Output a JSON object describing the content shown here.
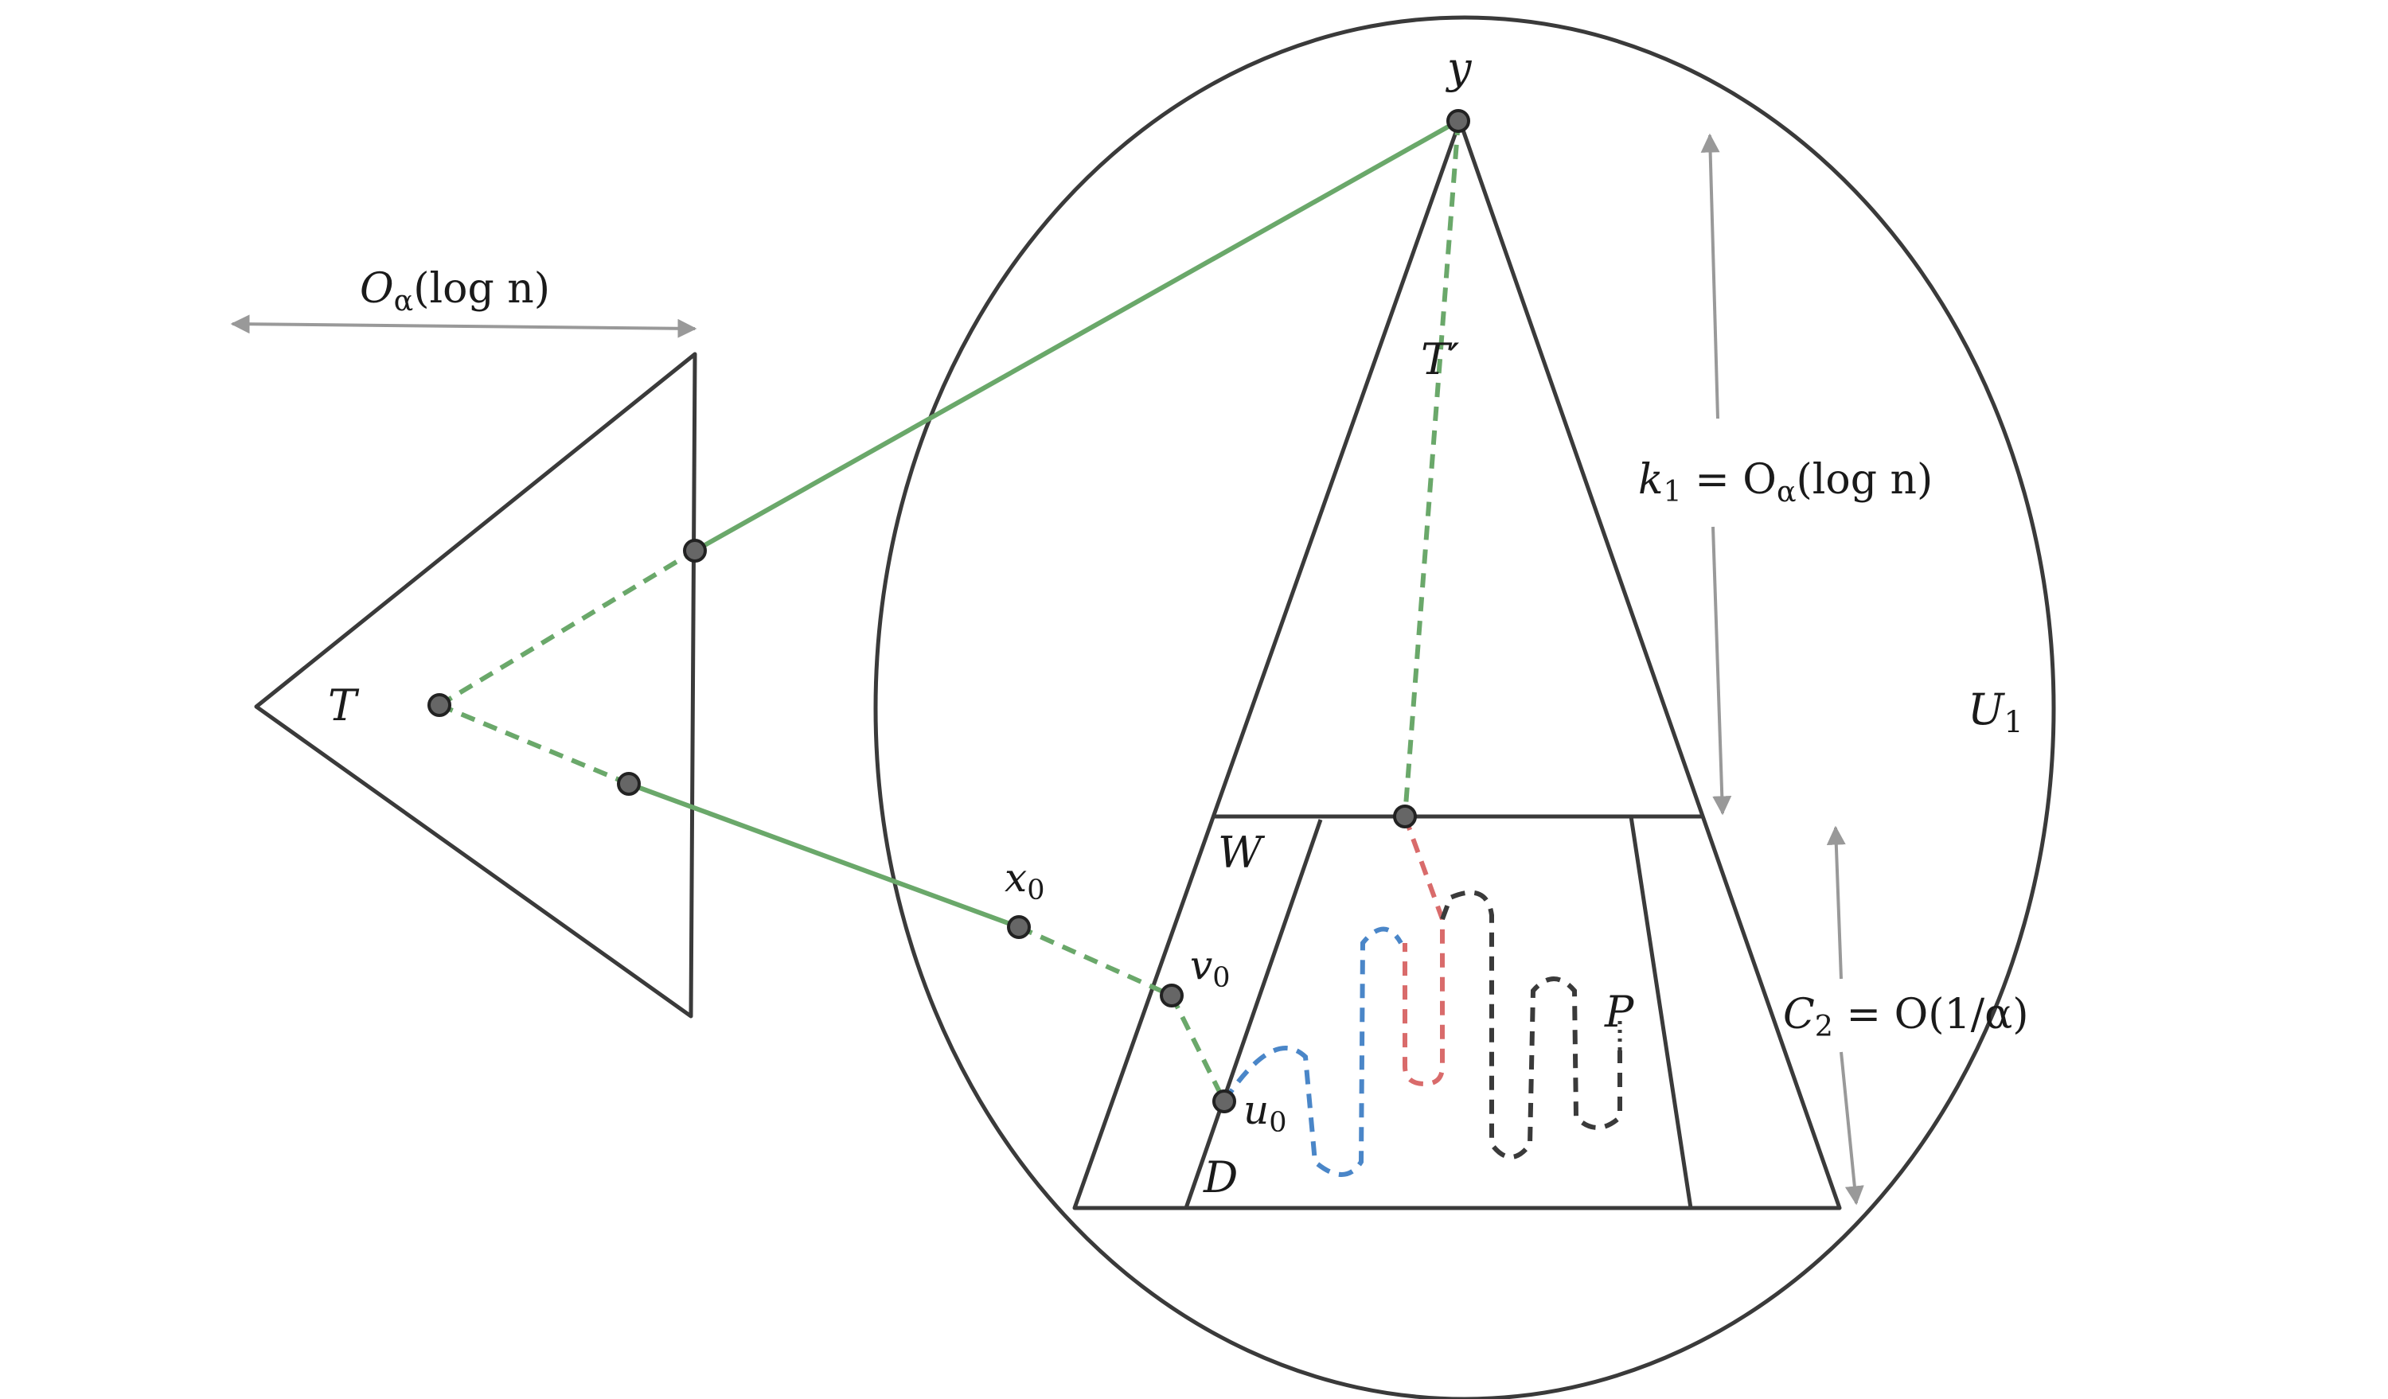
{
  "colors": {
    "outline": "#3a3a3a",
    "green_path": "#6aa86a",
    "red_path": "#d96b6b",
    "blue_path": "#4a86c8",
    "black_path": "#3a3a3a",
    "arrow": "#999999",
    "node_fill": "#666666"
  },
  "labels": {
    "width_measure": {
      "main": "O",
      "sub": "α",
      "rest": "(log n)"
    },
    "T": "T",
    "y": "y",
    "T_prime": "T′",
    "k1": {
      "k": "k",
      "k_sub": "1",
      "eq": " = O",
      "sub": "α",
      "rest": "(log n)"
    },
    "U1": {
      "main": "U",
      "sub": "1"
    },
    "W": "W",
    "x0": {
      "main": "x",
      "sub": "0"
    },
    "v0": {
      "main": "v",
      "sub": "0"
    },
    "u0": {
      "main": "u",
      "sub": "0"
    },
    "D": "D",
    "P": "P",
    "C2": {
      "main": "C",
      "sub": "2",
      "rest": " = O(1/α)"
    }
  }
}
